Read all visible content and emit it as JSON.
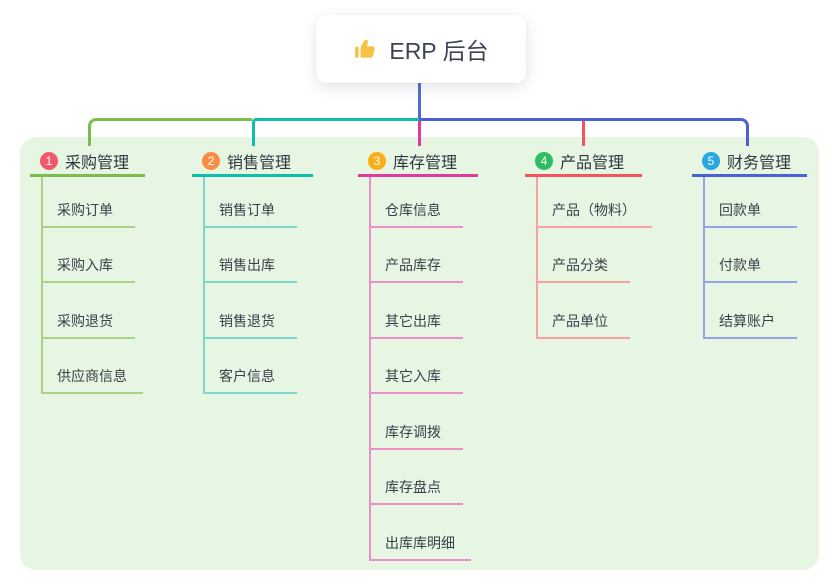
{
  "root": {
    "icon": "thumbs-up-icon",
    "icon_color": "#F6C244",
    "label": "ERP 后台",
    "line_color": "#5569D6"
  },
  "panel_color": "#E7F6E3",
  "branches": [
    {
      "badge": "1",
      "badge_color": "#F1596B",
      "color": "#7CBE4B",
      "color_light": "#A9D388",
      "label": "采购管理",
      "children": [
        "采购订单",
        "采购入库",
        "采购退货",
        "供应商信息"
      ]
    },
    {
      "badge": "2",
      "badge_color": "#FA8C44",
      "color": "#12BDAC",
      "color_light": "#7FD6CB",
      "label": "销售管理",
      "children": [
        "销售订单",
        "销售出库",
        "销售退货",
        "客户信息"
      ]
    },
    {
      "badge": "3",
      "badge_color": "#FBAD1A",
      "color": "#E03B9D",
      "color_light": "#ED8EC9",
      "label": "库存管理",
      "children": [
        "仓库信息",
        "产品库存",
        "其它出库",
        "其它入库",
        "库存调拨",
        "库存盘点",
        "出库库明细"
      ]
    },
    {
      "badge": "4",
      "badge_color": "#2EBE62",
      "color": "#F5545D",
      "color_light": "#F8A0A4",
      "label": "产品管理",
      "children": [
        "产品（物料）",
        "产品分类",
        "产品单位"
      ]
    },
    {
      "badge": "5",
      "badge_color": "#29A8E0",
      "color": "#4A62D2",
      "color_light": "#92A5E8",
      "label": "财务管理",
      "children": [
        "回款单",
        "付款单",
        "结算账户"
      ]
    }
  ]
}
